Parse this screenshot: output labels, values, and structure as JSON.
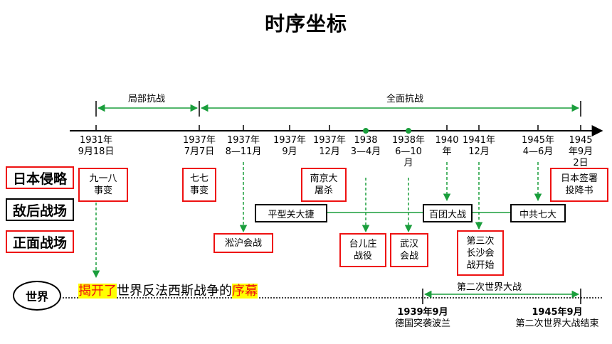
{
  "title": "时序坐标",
  "periods": {
    "local": "局部抗战",
    "full": "全面抗战",
    "ww2": "第二次世界大战"
  },
  "categories": {
    "japan": "日本侵略",
    "enemy_rear": "敌后战场",
    "front": "正面战场",
    "world": "世界"
  },
  "ticks": [
    {
      "id": "t1931",
      "lines": [
        "1931年",
        "9月18日"
      ]
    },
    {
      "id": "t1937a",
      "lines": [
        "1937年",
        "7月7日"
      ]
    },
    {
      "id": "t1937b",
      "lines": [
        "1937年",
        "8—11月"
      ]
    },
    {
      "id": "t1937c",
      "lines": [
        "1937年",
        "9月"
      ]
    },
    {
      "id": "t1937d",
      "lines": [
        "1937年",
        "12月"
      ]
    },
    {
      "id": "t1938a",
      "lines": [
        "1938",
        "3—4月"
      ]
    },
    {
      "id": "t1938b",
      "lines": [
        "1938年",
        "6—10",
        "月"
      ]
    },
    {
      "id": "t1940",
      "lines": [
        "1940",
        "年"
      ]
    },
    {
      "id": "t1941",
      "lines": [
        "1941年",
        "12月"
      ]
    },
    {
      "id": "t1945a",
      "lines": [
        "1945年",
        "4—6月"
      ]
    },
    {
      "id": "t1945b",
      "lines": [
        "1945",
        "年9月",
        "2日"
      ]
    }
  ],
  "events": {
    "mukden": [
      "九一八",
      "事变"
    ],
    "marco_polo": [
      "七七",
      "事变"
    ],
    "nanjing": [
      "南京大",
      "屠杀"
    ],
    "surrender": [
      "日本签署",
      "投降书"
    ],
    "pingxingguan": "平型关大捷",
    "hundred_regiments": "百团大战",
    "seventh_congress": "中共七大",
    "songhu": "淞沪会战",
    "taierzhuang": [
      "台儿庄",
      "战役"
    ],
    "wuhan": [
      "武汉",
      "会战"
    ],
    "changsha": [
      "第三次",
      "长沙会",
      "战开始"
    ]
  },
  "world": {
    "text_hl1": "揭开了",
    "text_mid": "世界反法西斯战争的",
    "text_hl2": "序幕",
    "start_date": "1939年9月",
    "start_event": "德国突袭波兰",
    "end_date": "1945年9月",
    "end_event": "第二次世界大战结束"
  },
  "colors": {
    "accent_red": "#e11111",
    "arrow_green": "#1a9e3c",
    "highlight": "#ffff00"
  }
}
